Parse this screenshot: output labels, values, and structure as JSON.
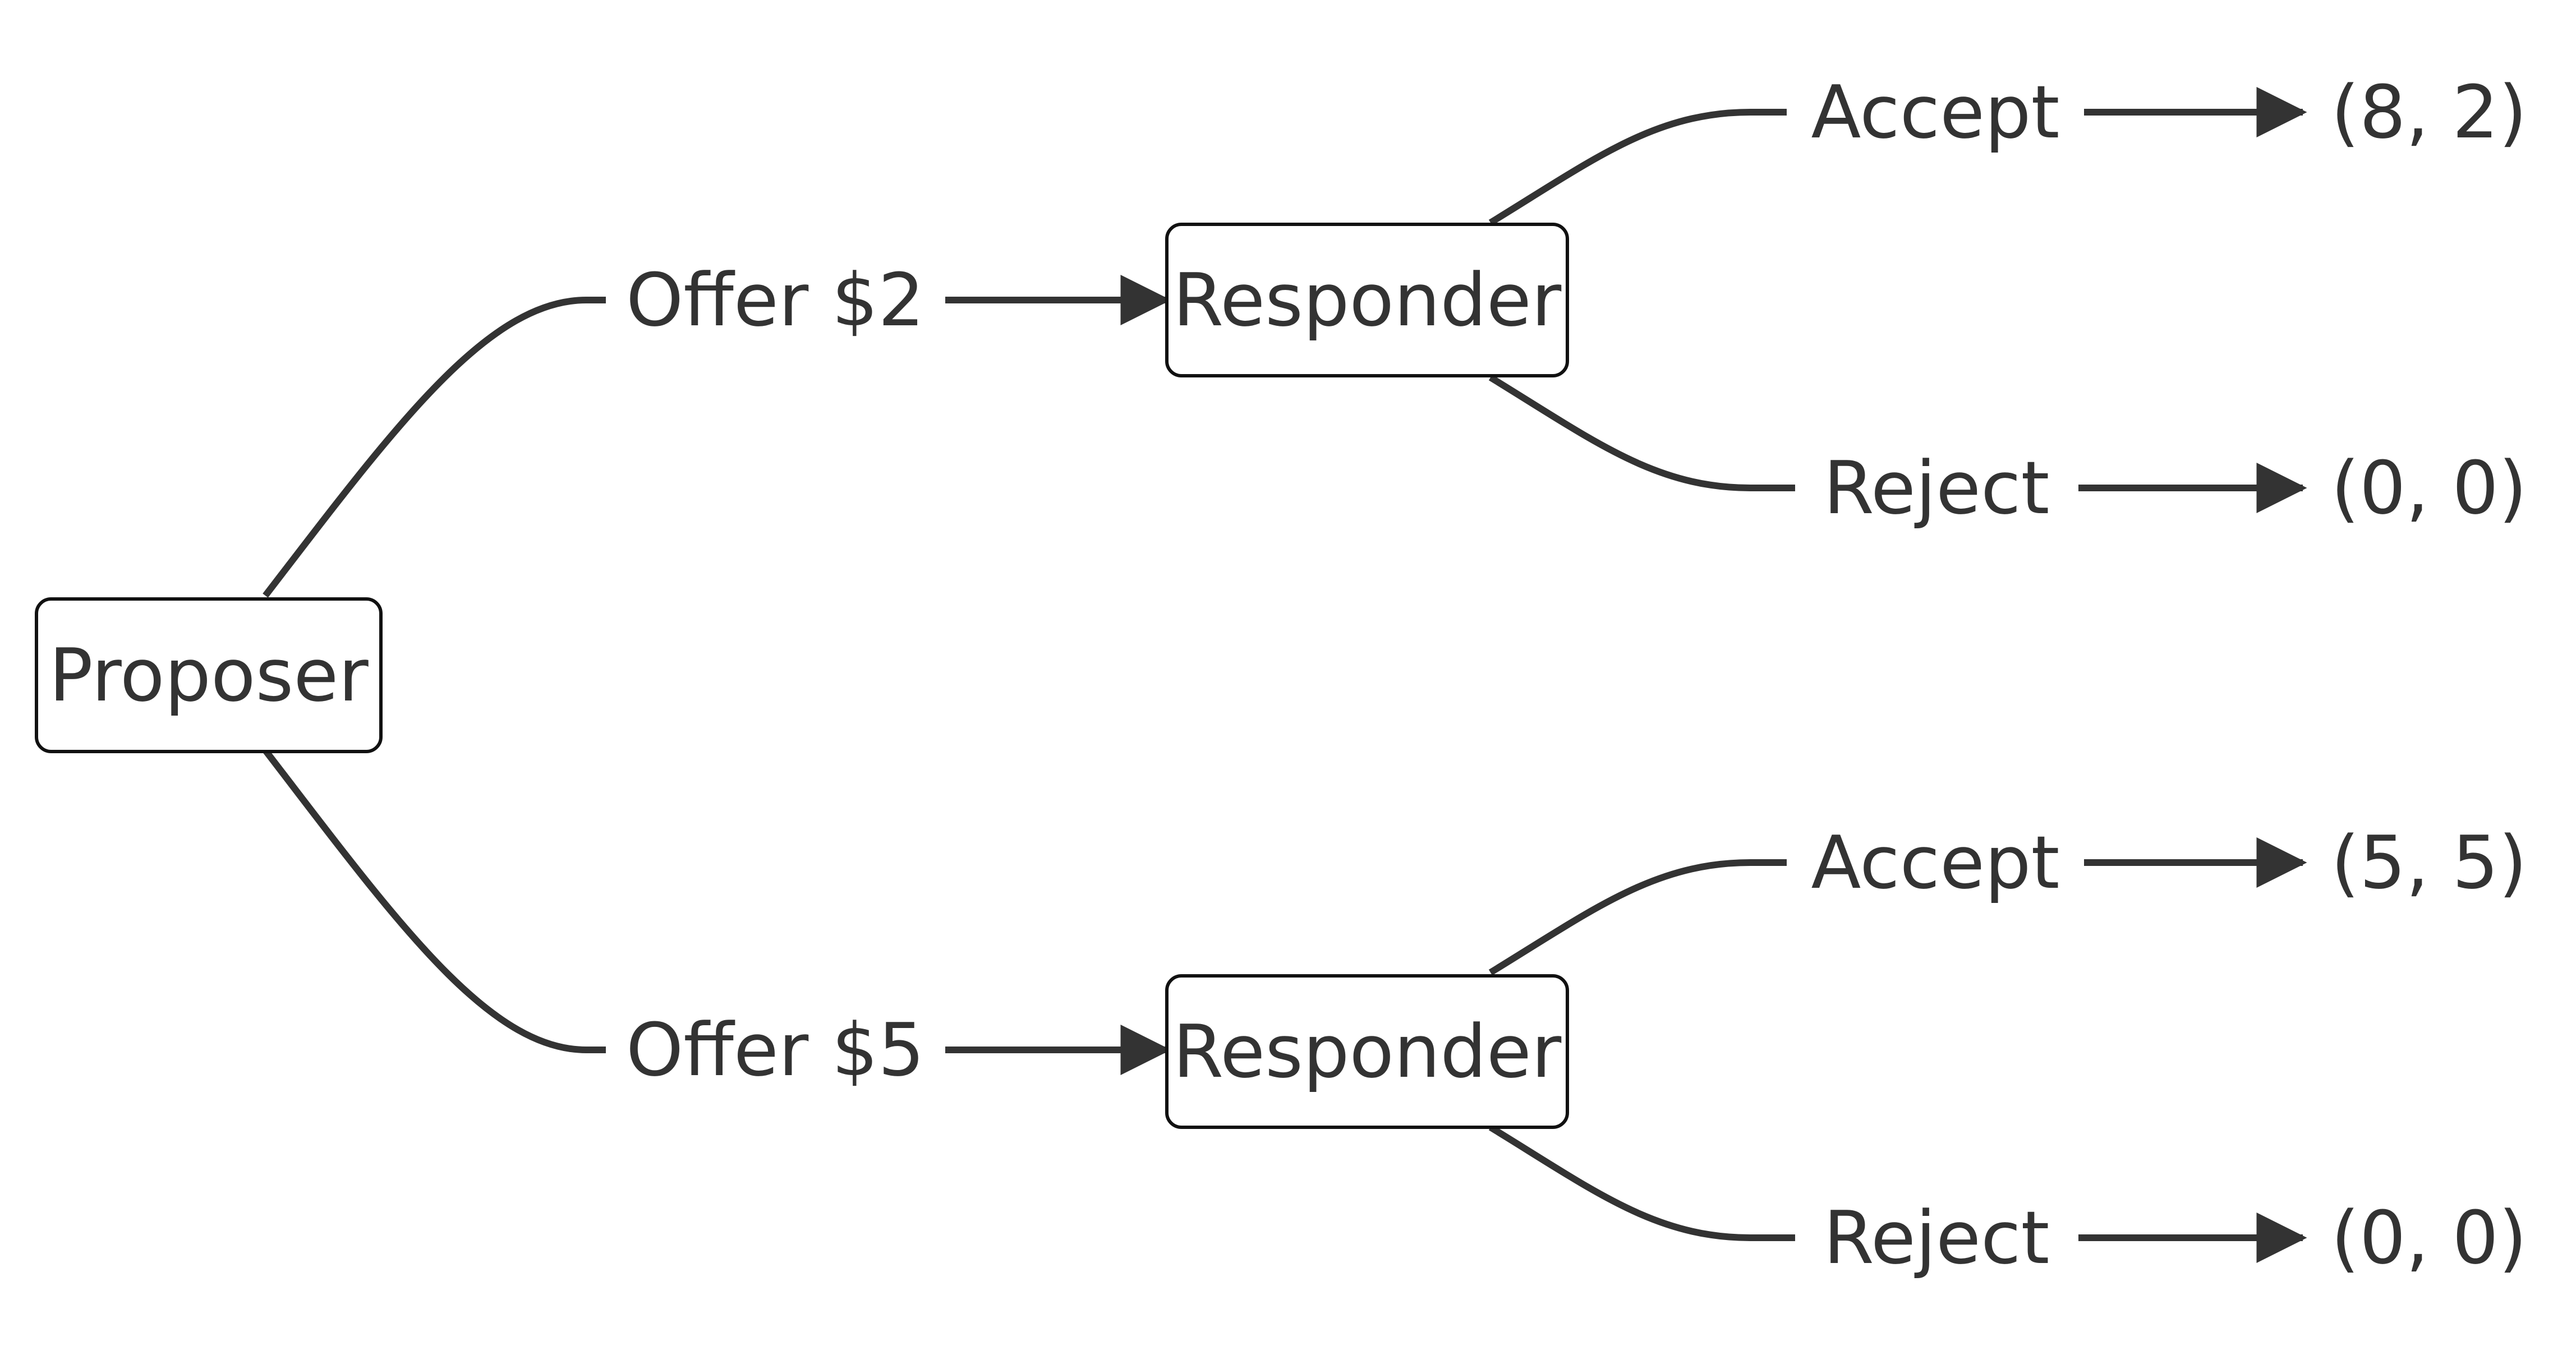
{
  "nodes": {
    "proposer": "Proposer",
    "responder_a": "Responder",
    "responder_b": "Responder"
  },
  "offers": {
    "offer_a": "Offer $2",
    "offer_b": "Offer $5"
  },
  "actions": {
    "accept_a": "Accept",
    "reject_a": "Reject",
    "accept_b": "Accept",
    "reject_b": "Reject"
  },
  "payoffs": {
    "accept_a": "(8, 2)",
    "reject_a": "(0, 0)",
    "accept_b": "(5, 5)",
    "reject_b": "(0, 0)"
  },
  "colors": {
    "stroke": "#333333",
    "node_border": "#111111",
    "node_fill": "#ffffff",
    "text": "#333333"
  }
}
